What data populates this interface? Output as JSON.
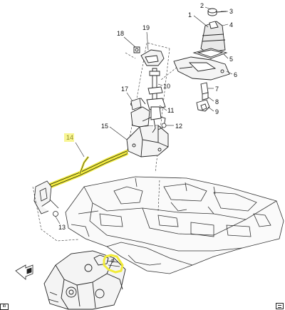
{
  "diagram": {
    "callouts": [
      {
        "id": "1",
        "label": "1"
      },
      {
        "id": "2",
        "label": "2"
      },
      {
        "id": "3",
        "label": "3"
      },
      {
        "id": "4",
        "label": "4"
      },
      {
        "id": "5",
        "label": "5"
      },
      {
        "id": "6",
        "label": "6"
      },
      {
        "id": "7",
        "label": "7"
      },
      {
        "id": "8",
        "label": "8"
      },
      {
        "id": "9",
        "label": "9"
      },
      {
        "id": "10",
        "label": "10"
      },
      {
        "id": "11",
        "label": "11"
      },
      {
        "id": "12",
        "label": "12"
      },
      {
        "id": "13",
        "label": "13"
      },
      {
        "id": "14",
        "label": "14"
      },
      {
        "id": "15",
        "label": "15"
      },
      {
        "id": "17",
        "label": "17"
      },
      {
        "id": "18",
        "label": "18"
      },
      {
        "id": "19",
        "label": "19"
      }
    ],
    "highlight_color": "#f2ec3a",
    "line_color": "#222222",
    "corner_left_text": "ib"
  }
}
